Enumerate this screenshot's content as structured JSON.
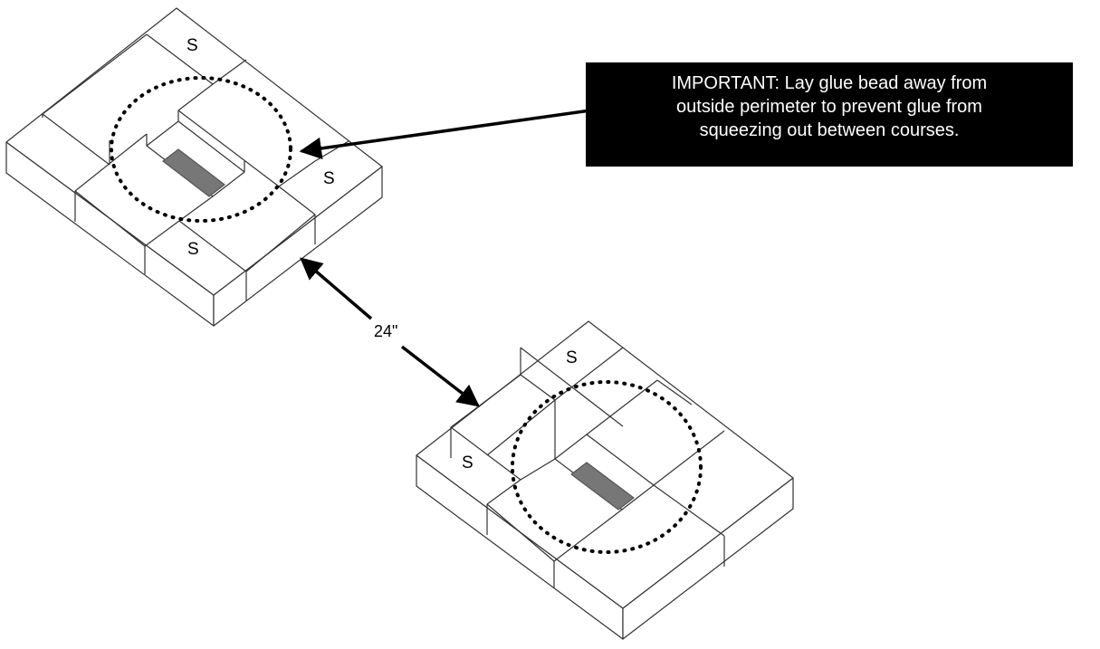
{
  "callout": {
    "lines": [
      "IMPORTANT: Lay glue bead away from",
      "outside perimeter to prevent glue from",
      "squeezing out between courses."
    ]
  },
  "dimension": {
    "label": "24\""
  },
  "course_1": {
    "stretcher_labels": [
      "S",
      "S",
      "S"
    ]
  },
  "course_2": {
    "stretcher_labels": [
      "S",
      "S"
    ]
  },
  "colors": {
    "block_top": "#ffffff",
    "block_side": "#ffffff",
    "hole": "#777777",
    "line": "#333333"
  }
}
